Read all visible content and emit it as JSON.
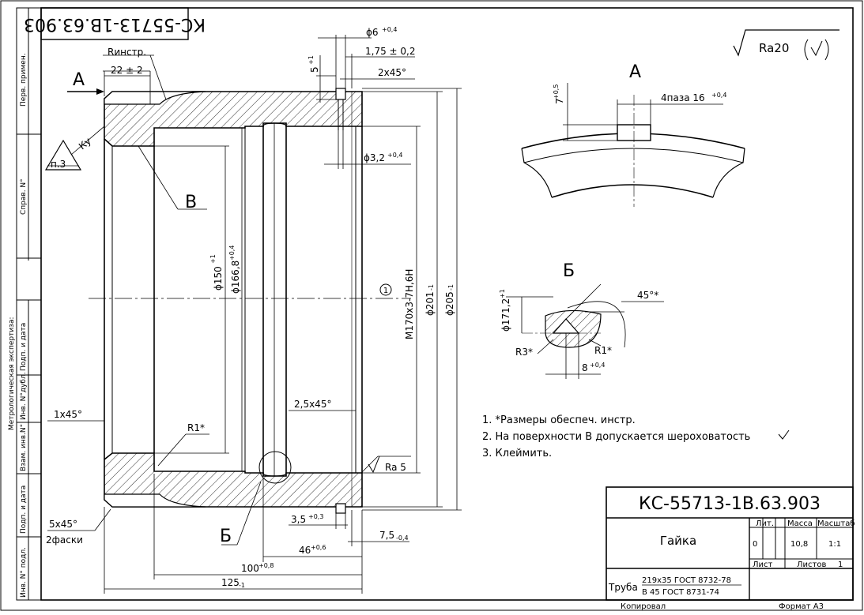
{
  "drawing": {
    "number_main": "КС-55713-1В.63.903",
    "number_corner": "КС-55713-1В.63.903",
    "part_name": "Гайка",
    "roughness_general": "Ra20",
    "view_labels": {
      "a_arrow": "А",
      "b_leader": "В",
      "detail_b": "Б",
      "a_view": "А",
      "b_view": "Б",
      "circle_mark": "1"
    },
    "dimensions": {
      "d6": "ϕ6",
      "d6_tol": "+0,4",
      "d175": "1,75 ± 0,2",
      "d5": "5",
      "d5_tol": "+1",
      "c2x45": "2х45°",
      "d22": "22 ± 2",
      "rinstr": "Rинстр.",
      "ku": "Ку",
      "p3": "п.3",
      "d32": "ϕ3,2",
      "d32_tol": "+0,4",
      "d150": "ϕ150",
      "d150_tol": "+1",
      "d1668": "ϕ166,8",
      "d1668_tol": "+0,4",
      "thread": "М170х3-7Н,6Н",
      "d201": "ϕ201",
      "d201_tol": "-1",
      "d205": "ϕ205",
      "d205_tol": "-1",
      "c1x45": "1х45°",
      "c25x45": "2,5х45°",
      "r1": "R1*",
      "ra5": "Ra 5",
      "c5x45": "5х45°",
      "two_chamfers": "2фаски",
      "d35": "3,5",
      "d35_tol": "+0,3",
      "d75": "7,5",
      "d75_tol": "-0,4",
      "d46": "46",
      "d46_tol": "+0,6",
      "d100": "100",
      "d100_tol": "+0,8",
      "d125": "125",
      "d125_tol": "-1",
      "a_7": "7",
      "a_7_tol": "+0,5",
      "a_slots": "4паза 16",
      "a_slots_tol": "+0,4",
      "b_1712": "ϕ171,2",
      "b_1712_tol": "+1",
      "b_45": "45°*",
      "b_r3": "R3*",
      "b_r1": "R1*",
      "b_8": "8",
      "b_8_tol": "+0,4"
    },
    "notes": [
      "1. *Размеры обеспеч. инстр.",
      "2. На поверхности В допускается шероховатость",
      "3. Клеймить."
    ],
    "title_block": {
      "lit_label": "Лит.",
      "mass_label": "Масса",
      "scale_label": "Масштаб",
      "lit_value": "0",
      "mass_value": "10,8",
      "scale_value": "1:1",
      "sheet_label": "Лист",
      "sheets_label": "Листов",
      "sheets_value": "1",
      "material_prefix": "Труба",
      "material_line1": "219х35 ГОСТ 8732-78",
      "material_line2": "В 45 ГОСТ 8731-74",
      "copied": "Копировал",
      "format": "Формат А3"
    },
    "side_labels": {
      "perv_primen": "Перв. примен.",
      "sprav_no": "Справ. N°",
      "metrolog": "Метрологическая экспертиза:",
      "podp_data1": "Подп. и дата",
      "inv_dubl": "Инв. N°дубл.",
      "vzam_inv": "Взам. инв.N°",
      "podp_data2": "Подп. и дата",
      "inv_podl": "Инв. N° подл."
    }
  }
}
